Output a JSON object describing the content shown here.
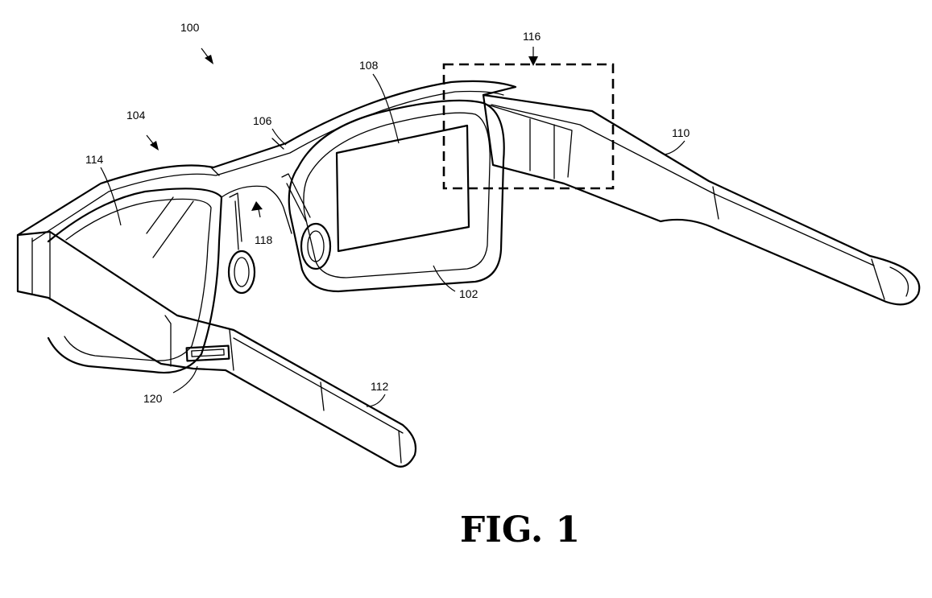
{
  "figure": {
    "caption": "FIG. 1",
    "reference_numerals": {
      "device": "100",
      "first_lens": "102",
      "front_frame": "104",
      "bridge": "106",
      "display": "108",
      "right_temple": "110",
      "left_temple": "112",
      "second_lens": "114",
      "detail_region": "116",
      "nose_pad": "118",
      "port": "120"
    }
  }
}
